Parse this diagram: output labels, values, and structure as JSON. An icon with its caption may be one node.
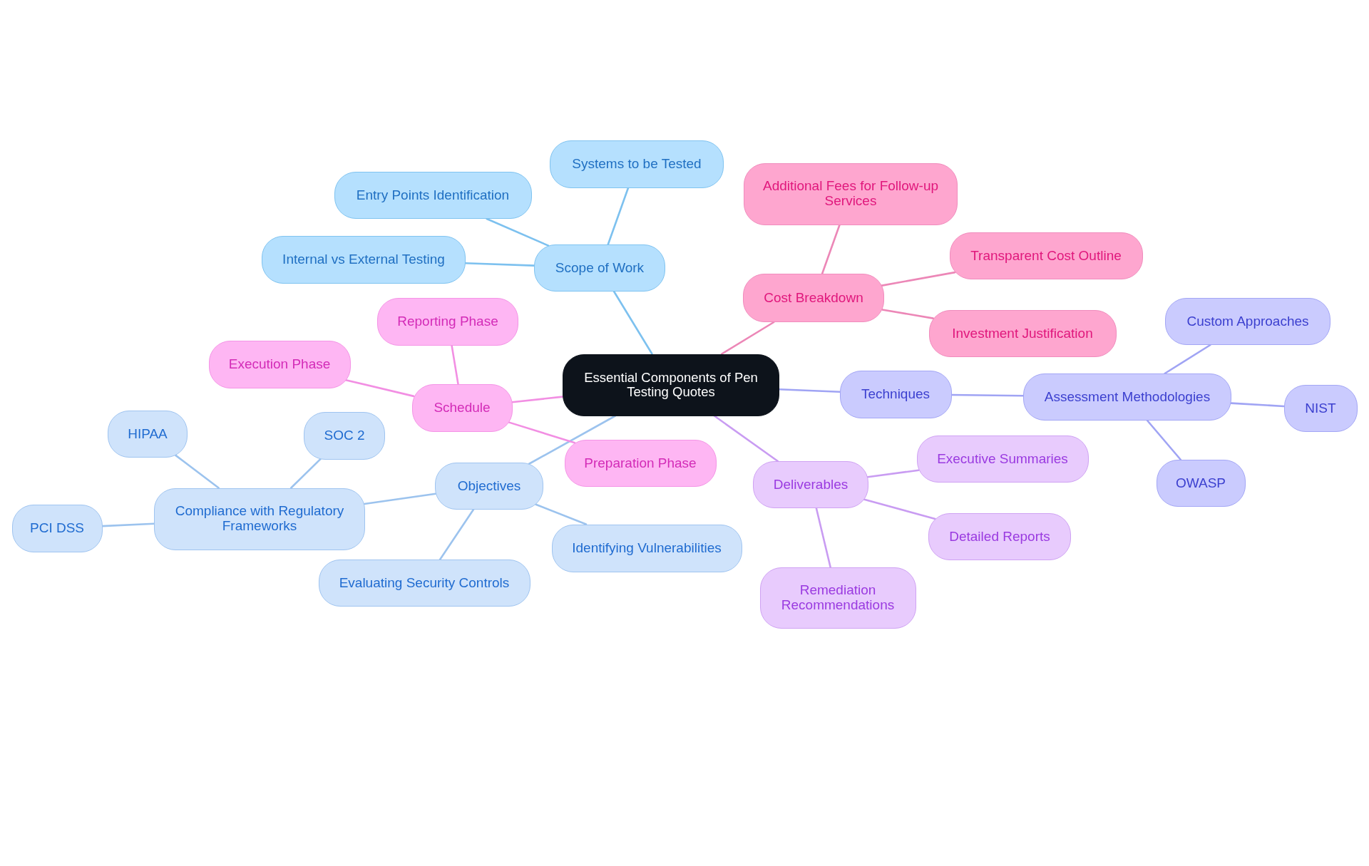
{
  "diagram": {
    "nodes": [
      {
        "text": [
          "Essential Components of Pen Testing Quotes"
        ]
      },
      {
        "text": [
          "Scope of Work"
        ]
      },
      {
        "text": [
          "Systems to be Tested"
        ]
      },
      {
        "text": [
          "Entry Points Identification"
        ]
      },
      {
        "text": [
          "Internal vs External Testing"
        ]
      },
      {
        "text": [
          "Cost Breakdown"
        ]
      },
      {
        "text": [
          "Additional Fees for Follow-up Services"
        ]
      },
      {
        "text": [
          "Transparent Cost Outline"
        ]
      },
      {
        "text": [
          "Investment Justification"
        ]
      },
      {
        "text": [
          "Techniques"
        ]
      },
      {
        "text": [
          "Assessment Methodologies"
        ]
      },
      {
        "text": [
          "Custom Approaches"
        ]
      },
      {
        "text": [
          "NIST"
        ]
      },
      {
        "text": [
          "OWASP"
        ]
      },
      {
        "text": [
          "Deliverables"
        ]
      },
      {
        "text": [
          "Executive Summaries"
        ]
      },
      {
        "text": [
          "Detailed Reports"
        ]
      },
      {
        "text": [
          "Remediation Recommendations"
        ]
      },
      {
        "text": [
          "Objectives"
        ]
      },
      {
        "text": [
          "Compliance with Regulatory Frameworks"
        ]
      },
      {
        "text": [
          "HIPAA"
        ]
      },
      {
        "text": [
          "SOC 2"
        ]
      },
      {
        "text": [
          "PCI DSS"
        ]
      },
      {
        "text": [
          "Identifying Vulnerabilities"
        ]
      },
      {
        "text": [
          "Evaluating Security Controls"
        ]
      },
      {
        "text": [
          "Schedule"
        ]
      },
      {
        "text": [
          "Reporting Phase"
        ]
      },
      {
        "text": [
          "Execution Phase"
        ]
      },
      {
        "text": [
          "Preparation Phase"
        ]
      }
    ],
    "edges": [
      {
        "from": 0,
        "to": 1,
        "arrow": "none",
        "color": "#7dc1ef"
      },
      {
        "from": 1,
        "to": 2,
        "arrow": "none",
        "color": "#7dc1ef"
      },
      {
        "from": 1,
        "to": 3,
        "arrow": "none",
        "color": "#7dc1ef"
      },
      {
        "from": 1,
        "to": 4,
        "arrow": "none",
        "color": "#7dc1ef"
      },
      {
        "from": 0,
        "to": 5,
        "arrow": "none",
        "color": "#ec87b7"
      },
      {
        "from": 5,
        "to": 6,
        "arrow": "none",
        "color": "#ec87b7"
      },
      {
        "from": 5,
        "to": 7,
        "arrow": "none",
        "color": "#ec87b7"
      },
      {
        "from": 5,
        "to": 8,
        "arrow": "none",
        "color": "#ec87b7"
      },
      {
        "from": 0,
        "to": 9,
        "arrow": "none",
        "color": "#a0a4f4"
      },
      {
        "from": 9,
        "to": 10,
        "arrow": "none",
        "color": "#a0a4f4"
      },
      {
        "from": 10,
        "to": 11,
        "arrow": "none",
        "color": "#a0a4f4"
      },
      {
        "from": 10,
        "to": 12,
        "arrow": "none",
        "color": "#a0a4f4"
      },
      {
        "from": 10,
        "to": 13,
        "arrow": "none",
        "color": "#a0a4f4"
      },
      {
        "from": 0,
        "to": 14,
        "arrow": "none",
        "color": "#c99cf2"
      },
      {
        "from": 14,
        "to": 15,
        "arrow": "none",
        "color": "#c99cf2"
      },
      {
        "from": 14,
        "to": 16,
        "arrow": "none",
        "color": "#c99cf2"
      },
      {
        "from": 14,
        "to": 17,
        "arrow": "none",
        "color": "#c99cf2"
      },
      {
        "from": 0,
        "to": 18,
        "arrow": "none"
      },
      {
        "from": 18,
        "to": 19,
        "arrow": "none"
      },
      {
        "from": 19,
        "to": 20,
        "arrow": "none"
      },
      {
        "from": 19,
        "to": 21,
        "arrow": "none"
      },
      {
        "from": 19,
        "to": 22,
        "arrow": "none"
      },
      {
        "from": 18,
        "to": 23,
        "arrow": "none"
      },
      {
        "from": 18,
        "to": 24,
        "arrow": "none"
      },
      {
        "from": 0,
        "to": 25,
        "arrow": "none",
        "color": "#f28fe3"
      },
      {
        "from": 25,
        "to": 26,
        "arrow": "none",
        "color": "#f28fe3"
      },
      {
        "from": 25,
        "to": 27,
        "arrow": "none",
        "color": "#f28fe3"
      },
      {
        "from": 25,
        "to": 28,
        "arrow": "none",
        "color": "#f28fe3"
      }
    ]
  }
}
